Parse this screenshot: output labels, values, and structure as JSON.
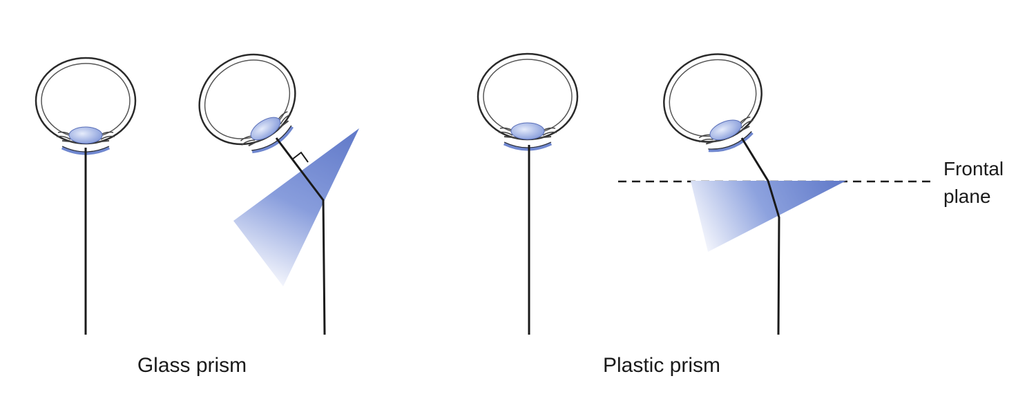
{
  "panels": [
    {
      "caption": "Glass prism"
    },
    {
      "caption": "Plastic prism"
    }
  ],
  "frontal_plane_label": [
    "Frontal",
    "plane"
  ],
  "colors": {
    "prism_blue": "#6f87cf",
    "lens_blue": "#8aa0de",
    "line": "#1a1a1a"
  }
}
